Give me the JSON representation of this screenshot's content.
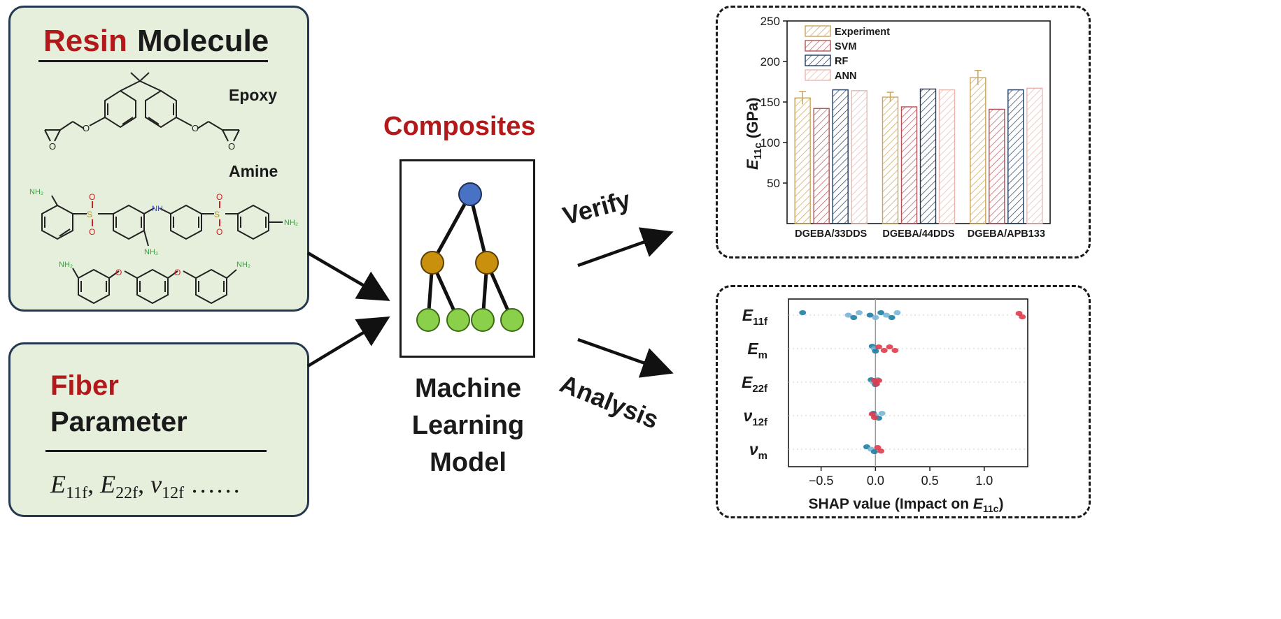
{
  "resin_panel": {
    "title_word1": "Resin",
    "title_word2": "Molecule",
    "epoxy_label": "Epoxy",
    "amine_label": "Amine",
    "atom_O": "O",
    "atom_S": "S",
    "atom_N": "N",
    "atom_H": "H",
    "atom_NH2": "NH₂"
  },
  "fiber_panel": {
    "title_word1": "Fiber",
    "title_word2": "Parameter",
    "params": [
      "E",
      "11f",
      "E",
      "22f",
      "ν",
      "12f",
      "……"
    ]
  },
  "center": {
    "composites": "Composites",
    "model_line1": "Machine",
    "model_line2": "Learning",
    "model_line3": "Model"
  },
  "arrows": {
    "verify": "Verify",
    "analysis": "Analysis"
  },
  "colors": {
    "title_red": "#b3191a",
    "panel_green": "#e6efdc",
    "node_blue": "#4a72c4",
    "node_gold": "#c8900c",
    "node_green": "#8bd04a",
    "experiment": "#c9a45a",
    "svm": "#b5525a",
    "rf": "#1f3a5c",
    "ann": "#e8b8b0",
    "shap_low": "#1f7ea3",
    "shap_high": "#e03a4a"
  },
  "chart_data": [
    {
      "type": "bar",
      "ylabel_main": "E",
      "ylabel_sub": "11c",
      "ylabel_unit": "(GPa)",
      "ylim": [
        0,
        250
      ],
      "yticks": [
        50,
        100,
        150,
        200,
        250
      ],
      "categories": [
        "DGEBA/33DDS",
        "DGEBA/44DDS",
        "DGEBA/APB133"
      ],
      "series": [
        {
          "name": "Experiment",
          "values": [
            155,
            156,
            180
          ],
          "errors": [
            8,
            6,
            9
          ]
        },
        {
          "name": "SVM",
          "values": [
            142,
            144,
            141
          ]
        },
        {
          "name": "RF",
          "values": [
            165,
            166,
            165
          ]
        },
        {
          "name": "ANN",
          "values": [
            164,
            165,
            167
          ]
        }
      ],
      "legend": "top-left"
    },
    {
      "type": "scatter",
      "xlabel_main": "SHAP value (Impact on ",
      "xlabel_var": "E",
      "xlabel_sub": "11c",
      "xlabel_end": ")",
      "xlim": [
        -0.8,
        1.4
      ],
      "xticks": [
        -0.5,
        0.0,
        0.5,
        1.0
      ],
      "xtick_labels": [
        "−0.5",
        "0.0",
        "0.5",
        "1.0"
      ],
      "features": [
        {
          "main": "E",
          "sub": "11f",
          "low": [
            -0.67,
            -0.25,
            -0.2,
            -0.15,
            -0.05,
            0.0,
            0.05,
            0.1,
            0.15,
            0.2
          ],
          "high": [
            1.32,
            1.35
          ]
        },
        {
          "main": "E",
          "sub": "m",
          "low": [
            -0.03,
            -0.01,
            0.0
          ],
          "high": [
            0.03,
            0.08,
            0.13,
            0.18
          ]
        },
        {
          "main": "E",
          "sub": "22f",
          "low": [
            -0.04,
            -0.02,
            0.0,
            0.02
          ],
          "high": [
            -0.01,
            0.01,
            0.03
          ]
        },
        {
          "main": "ν",
          "sub": "12f",
          "low": [
            -0.02,
            0.0,
            0.03,
            0.06
          ],
          "high": [
            -0.03,
            -0.01
          ]
        },
        {
          "main": "ν",
          "sub": "m",
          "low": [
            -0.08,
            -0.04,
            -0.01
          ],
          "high": [
            0.02,
            0.05
          ]
        }
      ]
    }
  ]
}
